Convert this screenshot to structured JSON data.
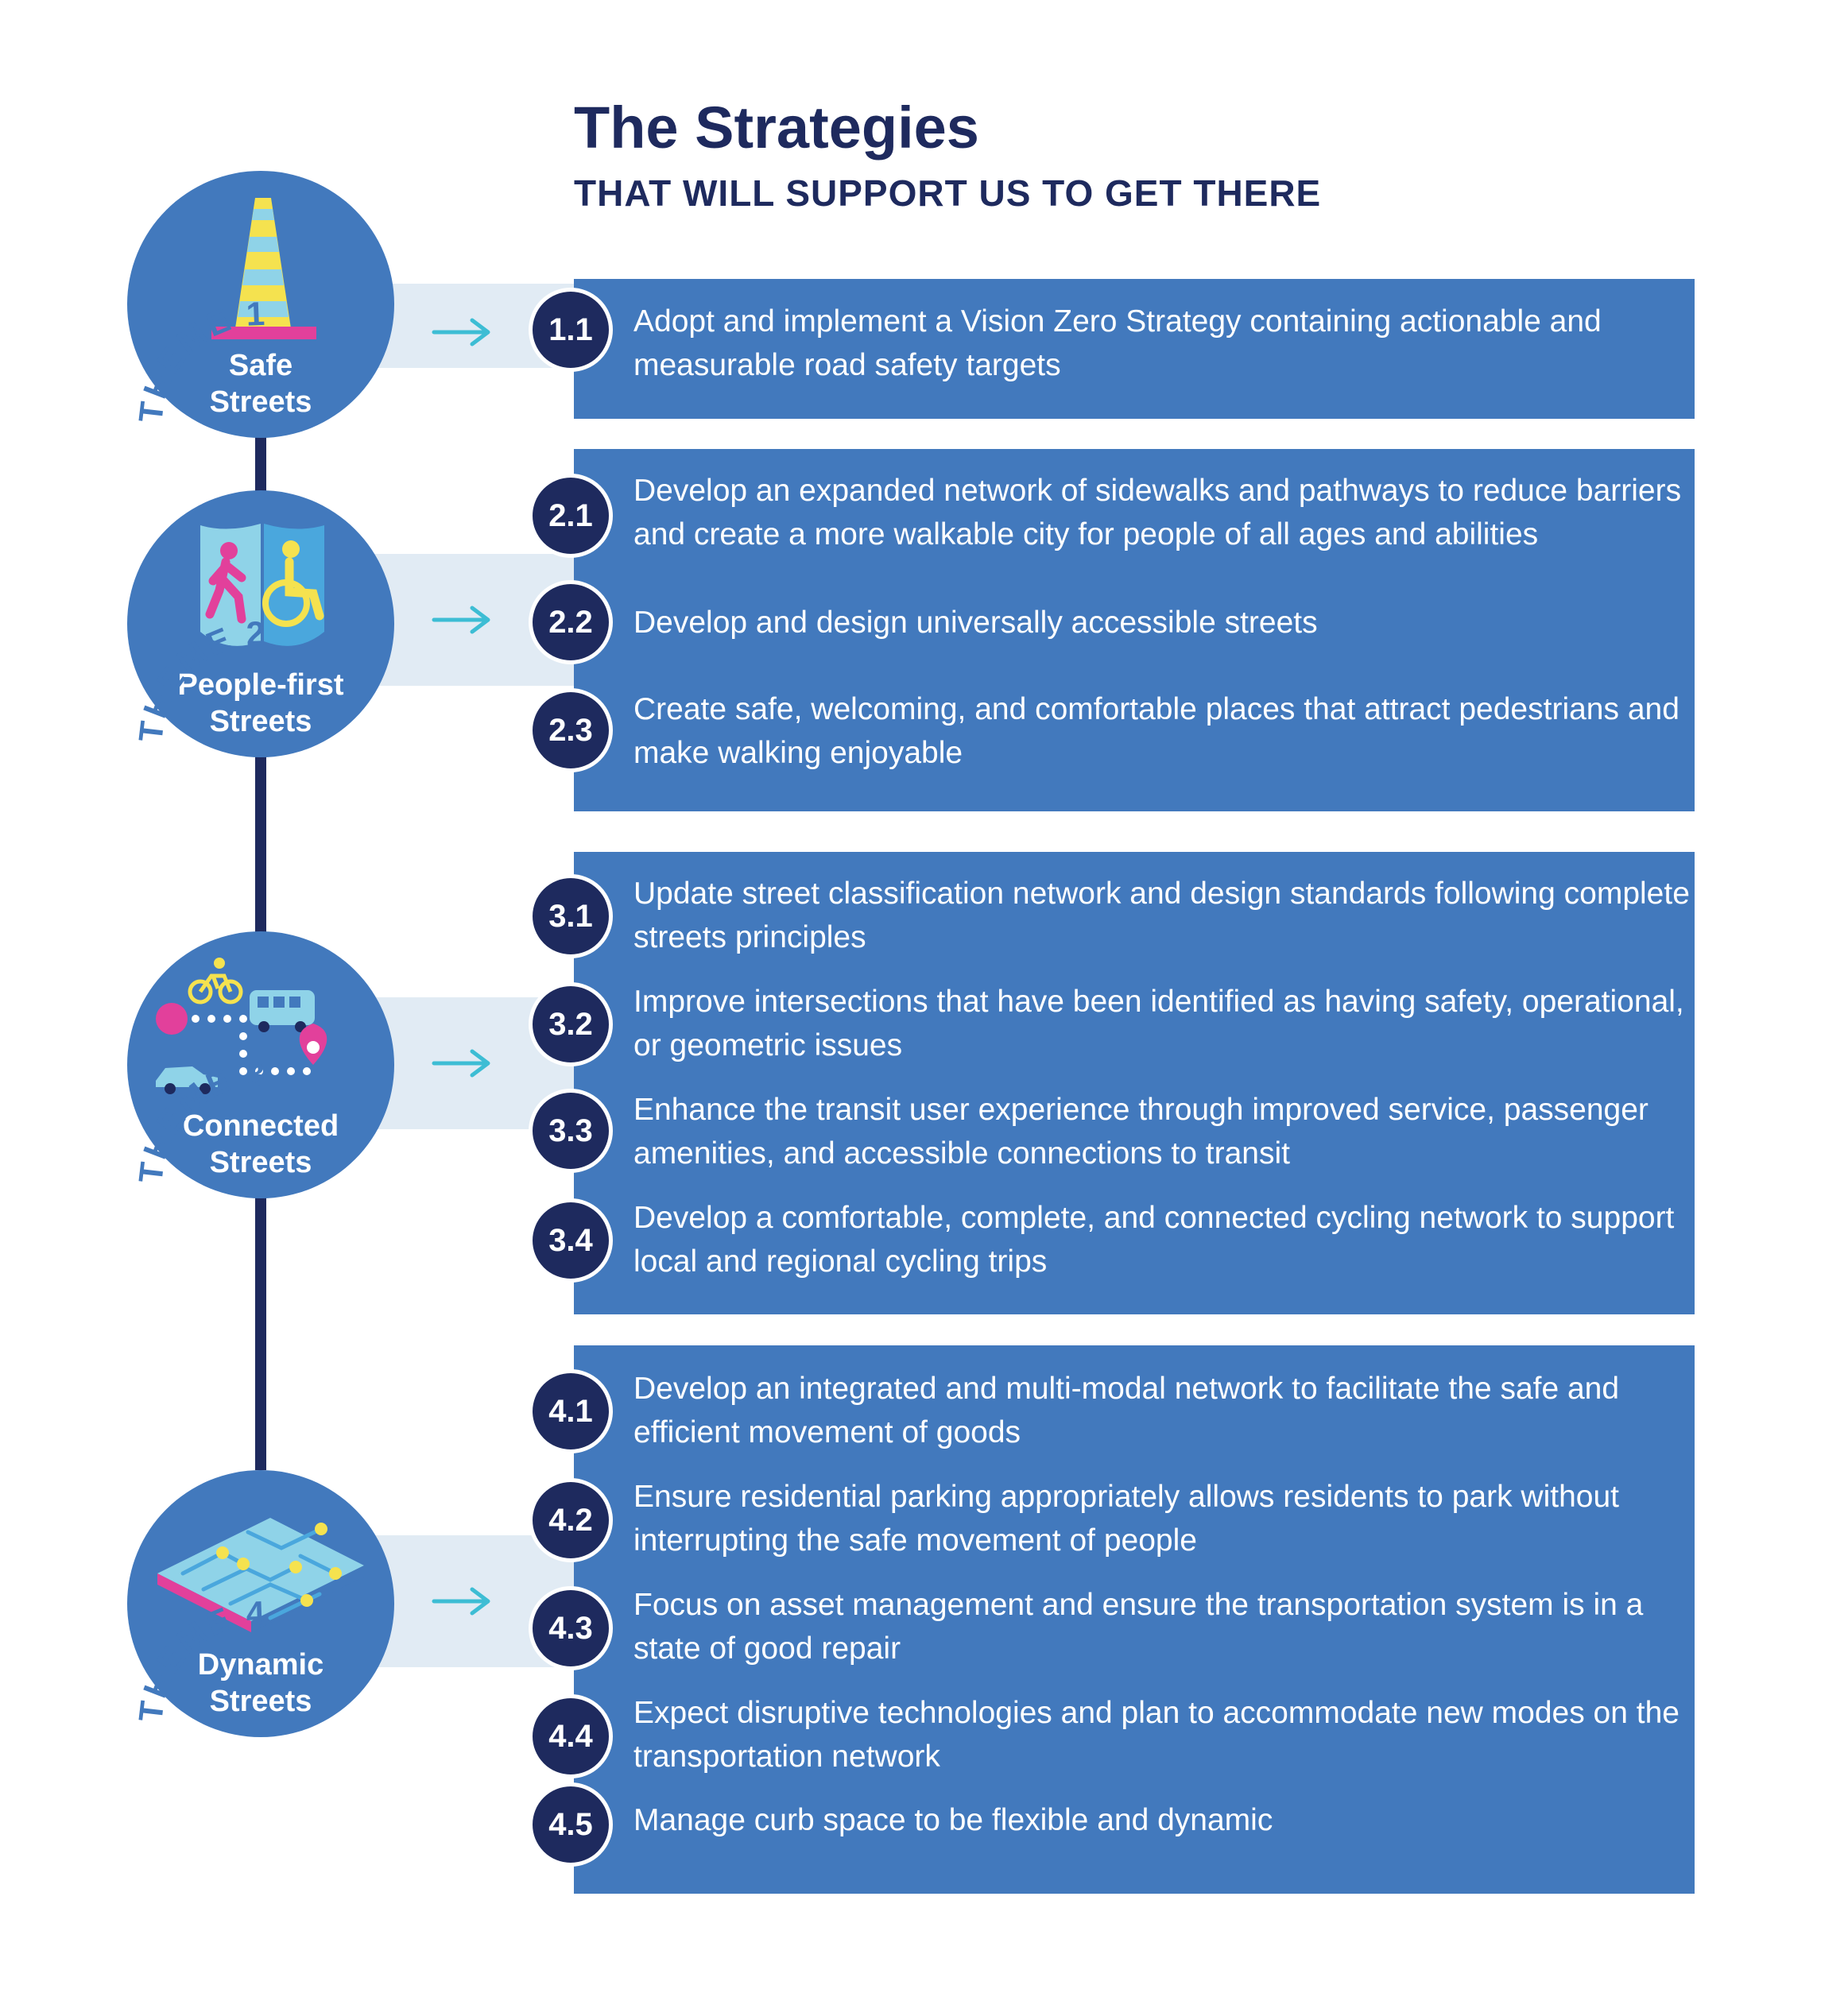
{
  "header": {
    "title": "The Strategies",
    "subtitle": "THAT WILL SUPPORT US TO GET THERE"
  },
  "colors": {
    "navy": "#1e2a5e",
    "panel_blue": "#4279bd",
    "band_light": "#e1ebf4",
    "arrow_teal": "#3dbdd4",
    "magenta": "#e2409b",
    "yellow": "#f5e24f"
  },
  "themes": [
    {
      "label": "THEME 1",
      "name_line1": "Safe",
      "name_line2": "Streets",
      "icon": "traffic-cone-icon",
      "strategies": [
        {
          "num": "1.1",
          "text": "Adopt and implement a Vision Zero Strategy containing actionable and measurable road safety targets"
        }
      ]
    },
    {
      "label": "THEME 2",
      "name_line1": "People-first",
      "name_line2": "Streets",
      "icon": "pedestrian-wheelchair-icon",
      "strategies": [
        {
          "num": "2.1",
          "text": "Develop an expanded network of sidewalks and pathways to reduce barriers and create a more walkable city for people of all ages and abilities"
        },
        {
          "num": "2.2",
          "text": "Develop and design universally accessible streets"
        },
        {
          "num": "2.3",
          "text": "Create safe, welcoming, and comfortable places that attract pedestrians and make walking enjoyable"
        }
      ]
    },
    {
      "label": "THEME 3",
      "name_line1": "Connected",
      "name_line2": "Streets",
      "icon": "multimodal-route-icon",
      "strategies": [
        {
          "num": "3.1",
          "text": "Update street classification network and design standards following complete streets principles"
        },
        {
          "num": "3.2",
          "text": "Improve intersections that have been identified as having safety, operational, or geometric issues"
        },
        {
          "num": "3.3",
          "text": "Enhance the transit user experience through improved service, passenger amenities, and accessible connections to transit"
        },
        {
          "num": "3.4",
          "text": "Develop a comfortable, complete, and connected cycling network to support local and regional cycling trips"
        }
      ]
    },
    {
      "label": "THEME 4",
      "name_line1": "Dynamic",
      "name_line2": "Streets",
      "icon": "circuit-grid-icon",
      "strategies": [
        {
          "num": "4.1",
          "text": "Develop an integrated and multi-modal network to facilitate the safe and efficient movement of goods"
        },
        {
          "num": "4.2",
          "text": "Ensure residential parking appropriately allows residents to park without interrupting the safe movement of people"
        },
        {
          "num": "4.3",
          "text": "Focus on asset management and ensure the transportation system is in a state of good repair"
        },
        {
          "num": "4.4",
          "text": "Expect disruptive technologies and plan to accommodate new modes on the transportation network"
        },
        {
          "num": "4.5",
          "text": "Manage curb space to be flexible and dynamic"
        }
      ]
    }
  ]
}
